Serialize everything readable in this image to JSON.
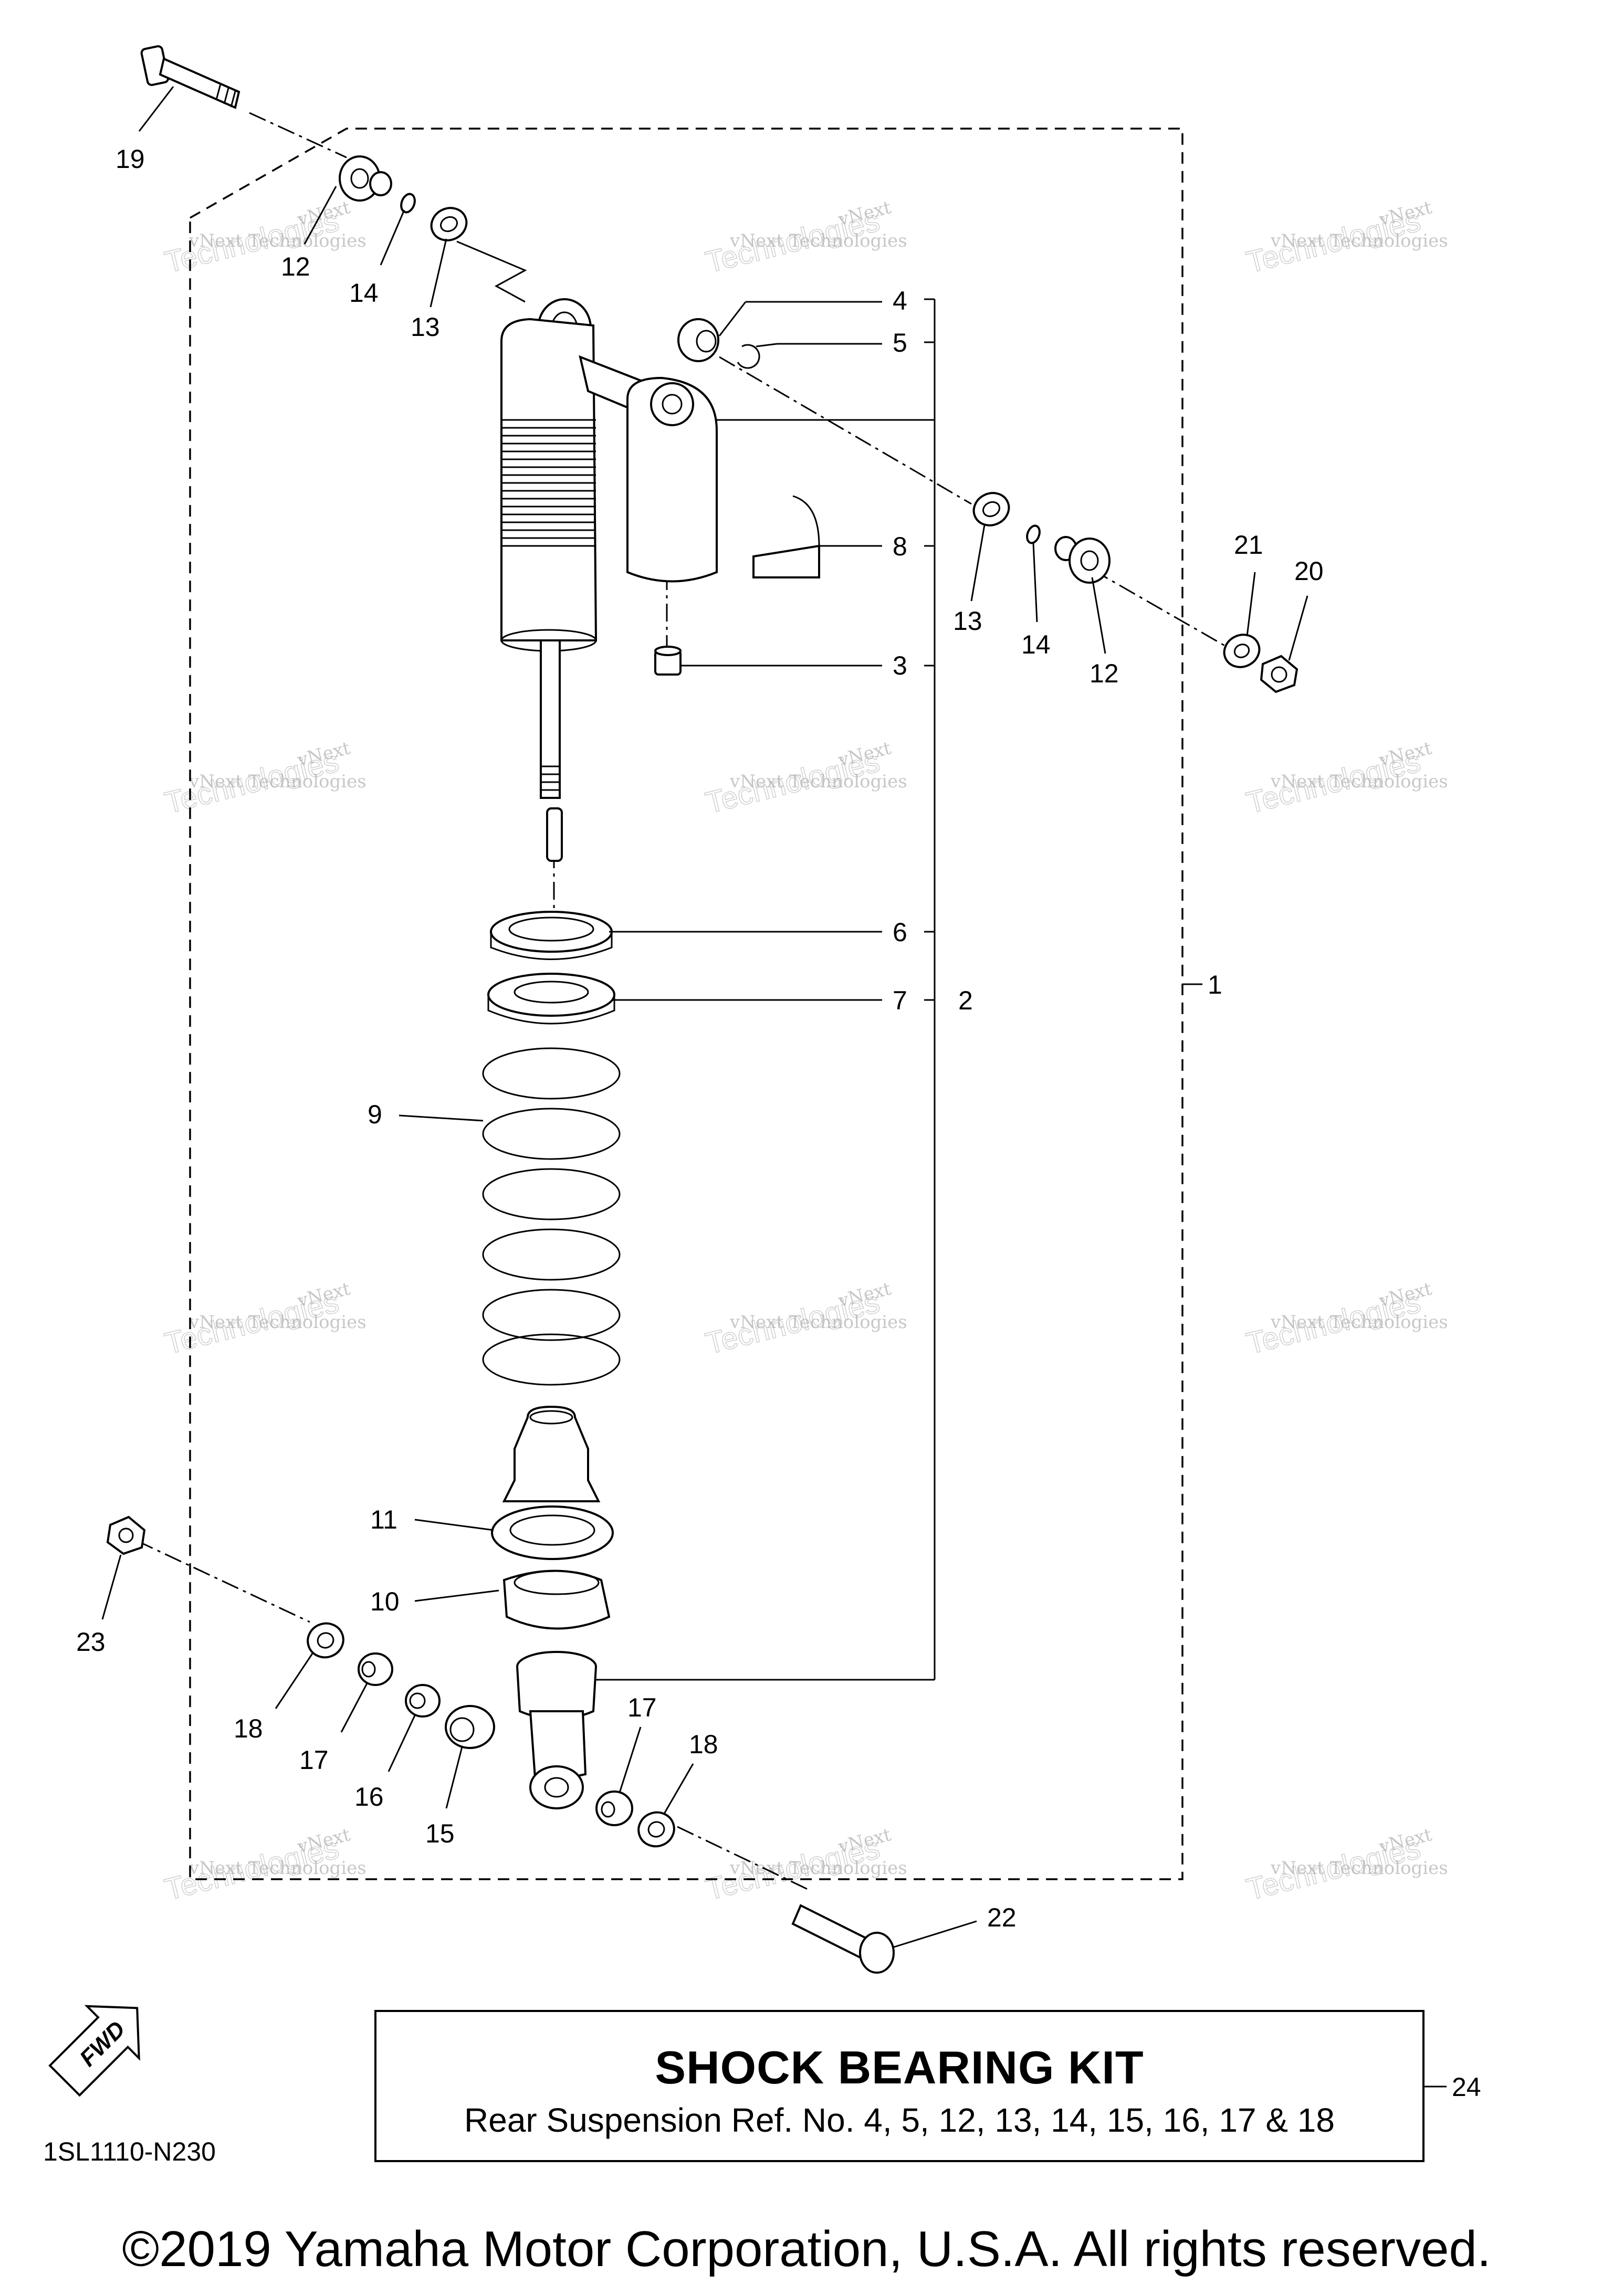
{
  "diagram": {
    "code": "1SL1110-N230",
    "copyright": "©2019 Yamaha Motor Corporation, U.S.A. All rights reserved.",
    "fwd_label": "FWD",
    "watermark": {
      "line1": "vNext",
      "line2": "vNext Technologies",
      "line3": "Technologies"
    },
    "kit": {
      "title": "SHOCK BEARING KIT",
      "subtitle": "Rear Suspension Ref. No. 4, 5, 12, 13, 14, 15, 16, 17 & 18",
      "ref": "24"
    },
    "callouts": {
      "c1": "1",
      "c2": "2",
      "c3": "3",
      "c4": "4",
      "c5": "5",
      "c6": "6",
      "c7": "7",
      "c8": "8",
      "c9": "9",
      "c10": "10",
      "c11": "11",
      "c12a": "12",
      "c12b": "12",
      "c13a": "13",
      "c13b": "13",
      "c14a": "14",
      "c14b": "14",
      "c15": "15",
      "c16": "16",
      "c17a": "17",
      "c17b": "17",
      "c18a": "18",
      "c18b": "18",
      "c19": "19",
      "c20": "20",
      "c21": "21",
      "c22": "22",
      "c23": "23"
    }
  }
}
